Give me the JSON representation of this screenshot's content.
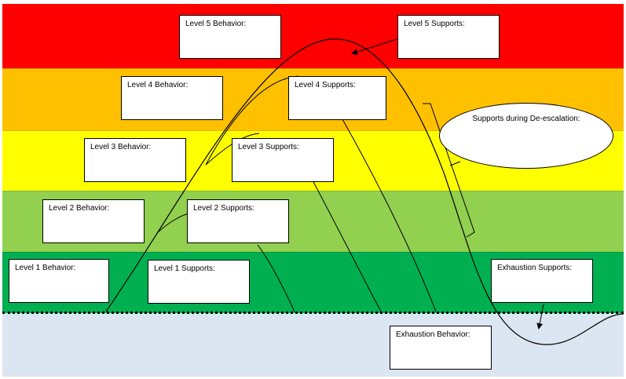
{
  "levels": {
    "level5": {
      "behavior": "Level 5 Behavior:",
      "supports": "Level 5 Supports:",
      "color": "#ff0000"
    },
    "level4": {
      "behavior": "Level 4 Behavior:",
      "supports": "Level 4 Supports:",
      "color": "#ffc000"
    },
    "level3": {
      "behavior": "Level 3 Behavior:",
      "supports": "Level 3 Supports:",
      "color": "#ffff00"
    },
    "level2": {
      "behavior": "Level 2 Behavior:",
      "supports": "Level 2 Supports:",
      "color": "#92d050"
    },
    "level1": {
      "behavior": "Level 1 Behavior:",
      "supports": "Level 1 Supports:",
      "color": "#00b050"
    }
  },
  "exhaustion": {
    "behavior": "Exhaustion Behavior:",
    "supports": "Exhaustion Supports:",
    "color": "#dce6f2"
  },
  "deescalation": {
    "label": "Supports during De-escalation:"
  }
}
